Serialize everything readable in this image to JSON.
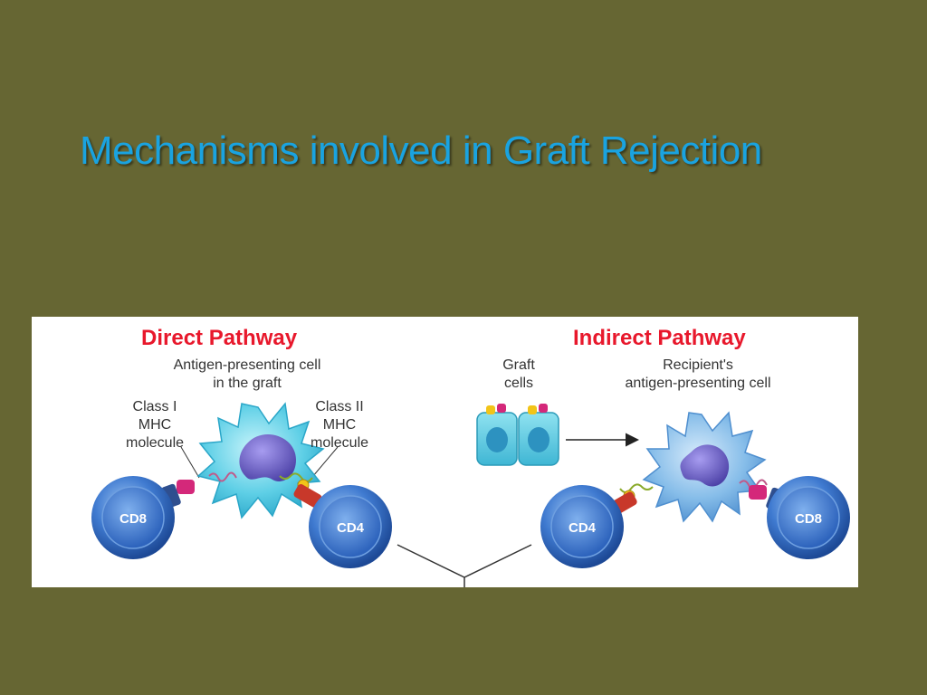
{
  "slide": {
    "title": "Mechanisms involved in Graft Rejection"
  },
  "figure": {
    "direct": {
      "heading": "Direct Pathway",
      "apc_label": "Antigen-presenting cell\nin the graft",
      "class1_label": "Class I\nMHC\nmolecule",
      "class2_label": "Class II\nMHC\nmolecule",
      "cd8_label": "CD8",
      "cd4_label": "CD4"
    },
    "indirect": {
      "heading": "Indirect Pathway",
      "graft_label": "Graft\ncells",
      "apc_label": "Recipient's\nantigen-presenting cell",
      "cd4_label": "CD4",
      "cd8_label": "CD8"
    }
  },
  "colors": {
    "background": "#666633",
    "title": "#1aa3e0",
    "heading": "#e8182c",
    "t_cell": "#2a5fb5",
    "graft_apc": "#5ecfe6",
    "recipient_apc": "#7ab6e8",
    "nucleus": "#6a5fc8"
  }
}
